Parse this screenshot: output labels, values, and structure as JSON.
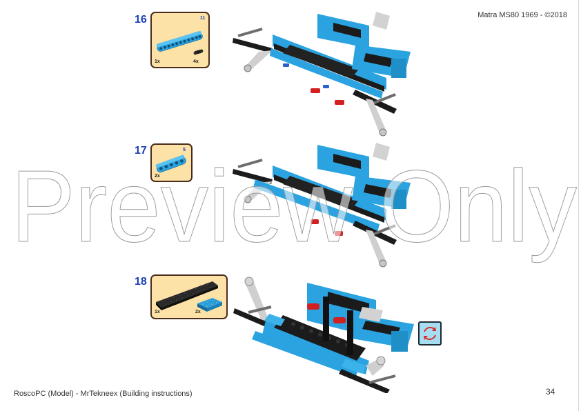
{
  "header": {
    "title": "Matra MS80 1969 - ©2018"
  },
  "steps": [
    {
      "number": "16",
      "parts": [
        {
          "name": "Technic beam 11",
          "length_label": "11",
          "qty": "1x",
          "color": "#2aa3e0"
        },
        {
          "name": "Technic pin connector",
          "qty": "4x",
          "color": "#1b1b1b"
        }
      ]
    },
    {
      "number": "17",
      "parts": [
        {
          "name": "Technic beam 5",
          "length_label": "5",
          "qty": "2x",
          "color": "#2aa3e0"
        }
      ]
    },
    {
      "number": "18",
      "parts": [
        {
          "name": "Plate 2x10",
          "qty": "1x",
          "color": "#1b1b1b"
        },
        {
          "name": "Plate 2x3",
          "qty": "2x",
          "color": "#2aa3e0"
        }
      ]
    }
  ],
  "rotate_icon": {
    "label": "rotate-model-icon"
  },
  "watermark": {
    "text": "Preview Only"
  },
  "footer": {
    "credit": "RoscoPC (Model) - MrTekneex (Building instructions)",
    "page_number": "34"
  },
  "colors": {
    "step_number": "#1d3fb8",
    "callout_fill": "#fde2a7",
    "callout_border": "#4a2c1c",
    "brick_blue": "#2aa3e0",
    "brick_black": "#1b1b1b",
    "brick_gray": "#c8c8c8",
    "brick_red": "#d21f1f",
    "rotate_fill": "#a7ddf0",
    "rotate_arrow": "#d92a2a"
  }
}
